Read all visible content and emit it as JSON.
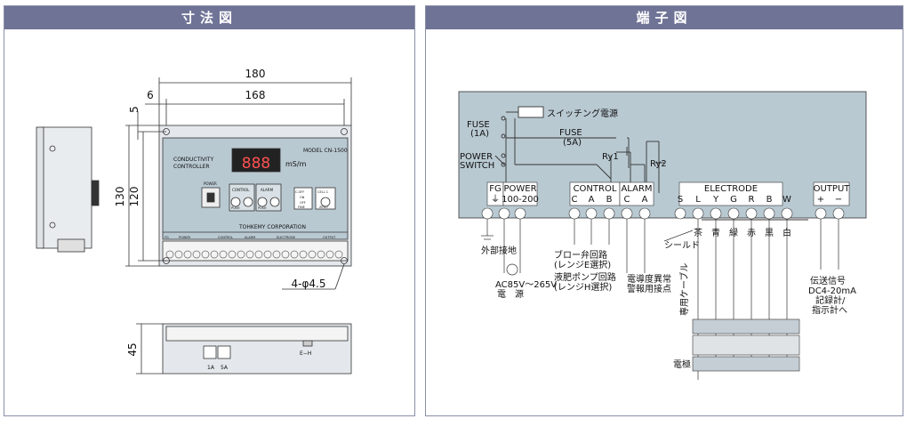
{
  "left_panel": {
    "title": "寸法図",
    "dims": {
      "w_outer": "180",
      "w_inner": "168",
      "left_margin": "6",
      "top_margin": "5",
      "h_outer": "130",
      "h_inner": "120",
      "depth": "45",
      "hole": "4-φ4.5"
    },
    "device": {
      "title_line1": "CONDUCTIVITY",
      "title_line2": "CONTROLLER",
      "model": "MODEL CN-1500",
      "display": "888",
      "unit": "mS/m",
      "power_label": "POWER",
      "control_label": "CONTROL",
      "alarm_label": "ALARM",
      "push": "PUSH",
      "cell_c": "CELL C",
      "zero": "ZERO",
      "c_off": "C.OFF",
      "on": "ON",
      "off": "OFF",
      "fine": "FINE",
      "brand": "TOHKEMY CORPORATION",
      "term_hdr": [
        "FG",
        "POWER",
        "CONTROL",
        "ALARM",
        "ELECTRODE",
        "OUTPUT"
      ]
    },
    "bottom": {
      "fuse1": "1A",
      "fuse2": "5A",
      "range": "E−H"
    }
  },
  "right_panel": {
    "title": "端子図",
    "switching_power": "スイッチング電源",
    "fuse1": "FUSE",
    "fuse1_val": "(1A)",
    "fuse2": "FUSE",
    "fuse2_val": "(5A)",
    "power_switch1": "POWER",
    "power_switch2": "SWITCH",
    "ry1": "Ry1",
    "ry2": "Ry2",
    "groups": {
      "fg": "FG",
      "power": "POWER",
      "control": "CONTROL",
      "alarm": "ALARM",
      "electrode": "ELECTRODE",
      "output": "OUTPUT"
    },
    "sub": {
      "fg": "⏚",
      "power": "100-200",
      "control": [
        "C",
        "A",
        "B"
      ],
      "alarm": [
        "C",
        "A"
      ],
      "electrode": [
        "S",
        "L",
        "Y",
        "G",
        "R",
        "B",
        "W"
      ],
      "output": [
        "+",
        "−"
      ]
    },
    "wire_colors": [
      "茶",
      "青",
      "緑",
      "赤",
      "黒",
      "白"
    ],
    "ground": "外部接地",
    "ac1": "AC85V〜265V",
    "ac2": "電　源",
    "blow1": "ブロー弁回路",
    "blow2": "(レンジE選択)",
    "pump1": "液肥ポンプ回路",
    "pump2": "(レンジH選択)",
    "alarm1": "電導度異常",
    "alarm2": "警報用接点",
    "shield": "シールド",
    "cable": "専用ケーブル",
    "electrode_label": "電極",
    "out1": "伝送信号",
    "out2": "DC4-20mA",
    "out3": "記録計/",
    "out4": "指示計へ"
  }
}
